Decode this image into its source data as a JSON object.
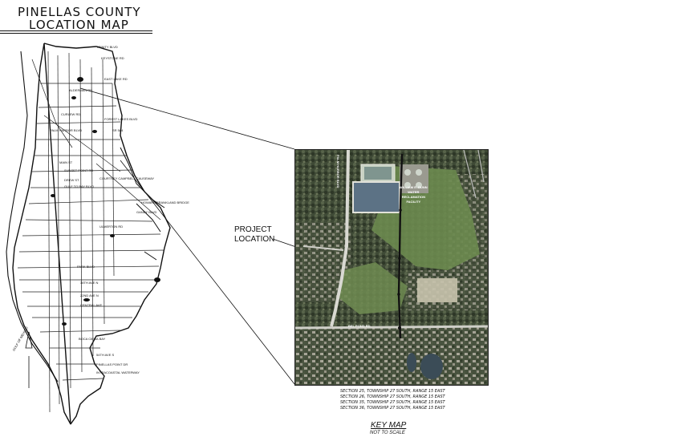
{
  "title": {
    "line1": "PINELLAS COUNTY",
    "line2": "LOCATION MAP"
  },
  "county_map": {
    "labels": [
      "KEYSTONE RD",
      "TRINITY BLVD",
      "EAST LAKE RD",
      "ALDERMAN RD",
      "FOREST LAKES BLVD",
      "CURLEW RD",
      "SR 584",
      "PALM HARBOR BLVD",
      "MAIN ST",
      "SUNSET POINT RD",
      "DREW ST",
      "GULF TO BAY BLVD",
      "COURTNEY CAMPBELL CAUSEWAY",
      "ULMERTON RD",
      "GANDY BLVD",
      "HOWARD FRANKLAND BRIDGE",
      "PARK BLVD",
      "38TH AVE N",
      "22ND AVE N",
      "CENTRAL AVE",
      "GULF OF MEXICO",
      "BOCA CIEGA BAY",
      "54TH AVE S",
      "PINELLAS POINT DR",
      "INTRACOASTAL WATERWAY"
    ]
  },
  "key_map": {
    "roads": {
      "vertical": "PALM HARBOR BLVD",
      "horizontal": "BEL POND RD"
    },
    "facility_label": [
      "WILLIAM E. DUNN",
      "WATER",
      "RECLAMATION",
      "FACILITY"
    ],
    "project_label": [
      "PROJECT",
      "LOCATION"
    ],
    "sections": [
      "SECTION 25, TOWNSHIP 27 SOUTH, RANGE 15 EAST",
      "SECTION 26, TOWNSHIP 27 SOUTH, RANGE 15 EAST",
      "SECTION 35, TOWNSHIP 27 SOUTH, RANGE 15 EAST",
      "SECTION 36, TOWNSHIP 27 SOUTH, RANGE 15 EAST"
    ],
    "title": "KEY MAP",
    "scale_note": "NOT TO SCALE"
  }
}
